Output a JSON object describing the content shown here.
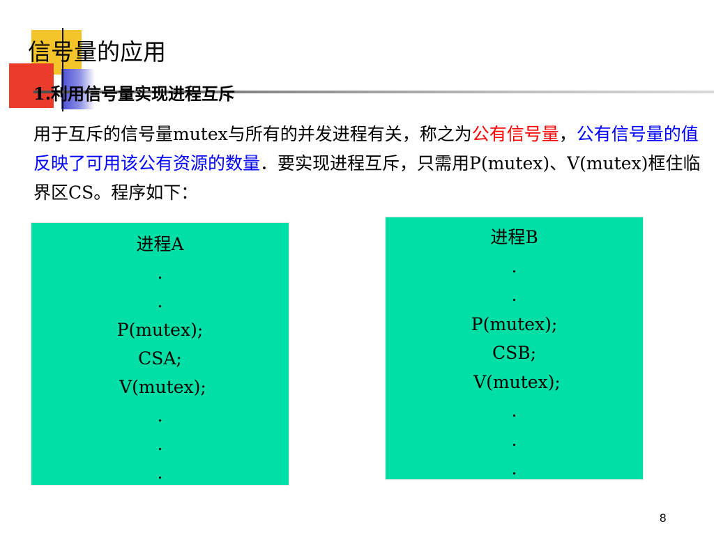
{
  "slide": {
    "title": "信号量的应用",
    "subtitle": "1.利用信号量实现进程互斥",
    "paragraph": {
      "seg1": "用于互斥的信号量mutex与所有的并发进程有关，称之为",
      "seg2_red": "公有信号量",
      "seg3": "，",
      "seg4_blue": "公有信号量的值反映了可用该公有资源的数量",
      "seg5": "．要实现进程互斥，只需用P(mutex)、V(mutex)框住临界区CS。程序如下："
    },
    "process_a": {
      "lines": [
        ".",
        ".",
        "P(mutex);",
        "CSA;",
        " V(mutex);",
        ".",
        ".",
        "."
      ],
      "title": "进程A"
    },
    "process_b": {
      "lines": [
        ".",
        ".",
        "P(mutex);",
        "CSB;",
        " V(mutex);",
        ".",
        ".",
        "."
      ],
      "title": "进程B"
    },
    "page_number": "8"
  },
  "colors": {
    "box_fill": "#00e0a6",
    "highlight_red": "#ff0000",
    "highlight_blue": "#0000ff",
    "deco_yellow": "#f4c52a",
    "deco_red": "#ea3b2b",
    "deco_blue": "#4b4fd6"
  }
}
